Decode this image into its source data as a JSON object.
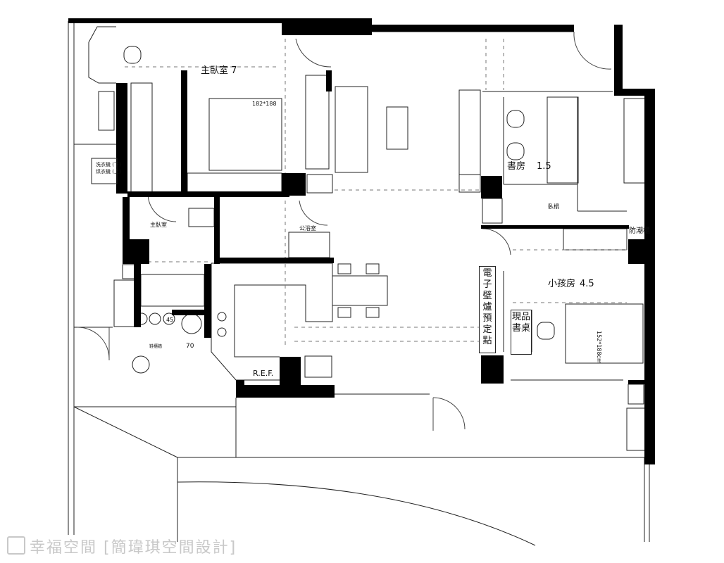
{
  "rooms": {
    "master_bedroom": "主臥室 7",
    "study": "書房",
    "study_size": "1.5",
    "kids_room": "小孩房",
    "kids_size": "4.5",
    "master_bath": "主臥室",
    "public_bath": "公浴室",
    "ref": "R.E.F.",
    "washer_lower": "洗衣機 (下)",
    "dryer_upper": "烘衣機 (上)",
    "bed_master_dim": "182*188",
    "bed_kids_dim": "152*188cm",
    "daybed": "臥榻",
    "anti_moisture_cabinet": "防潮櫃",
    "fireplace_note": "電子壁爐預定點",
    "desk_note": "現品書桌",
    "dim_70": "70",
    "dim_45": "45",
    "shoe_cabinet": "鞋櫃牆"
  },
  "watermark": "幸福空間 [簡瑋琪空間設計]"
}
